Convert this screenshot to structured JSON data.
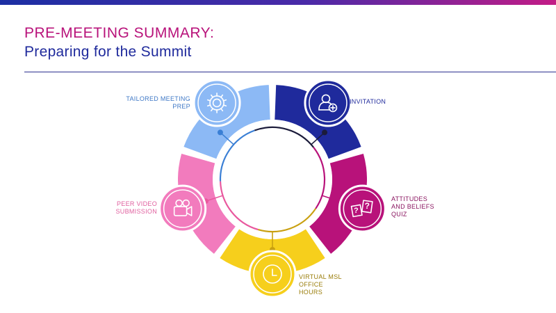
{
  "header": {
    "title_line1": "PRE-MEETING SUMMARY:",
    "title_line2": "Preparing for the Summit"
  },
  "diagram": {
    "center": "",
    "segments": [
      {
        "id": "invitation",
        "lines": [
          "INVITATION"
        ],
        "icon": "user-plus-icon",
        "color": "#1f2a9c",
        "label_color": "#1f2a9c"
      },
      {
        "id": "quiz",
        "lines": [
          "ATTITUDES",
          "AND BELIEFS",
          "QUIZ"
        ],
        "icon": "question-cards-icon",
        "color": "#b8127a",
        "label_color": "#8a1560"
      },
      {
        "id": "office-hours",
        "lines": [
          "VIRTUAL MSL",
          "OFFICE",
          "HOURS"
        ],
        "icon": "clock-icon",
        "color": "#f6cf1c",
        "label_color": "#9a7d0a"
      },
      {
        "id": "video",
        "lines": [
          "PEER VIDEO",
          "SUBMISSION"
        ],
        "icon": "video-camera-icon",
        "color": "#f27bbd",
        "label_color": "#e0609f"
      },
      {
        "id": "prep",
        "lines": [
          "TAILORED MEETING",
          "PREP"
        ],
        "icon": "gear-icon",
        "color": "#8cb9f5",
        "label_color": "#3f78c6"
      }
    ]
  },
  "colors": {
    "title_magenta": "#b8127a",
    "title_navy": "#1f2a9c",
    "ring_blue": "#3a7fd5",
    "ring_dark": "#1b1b3a",
    "ring_magenta": "#b8127a",
    "ring_yellow": "#c9a010",
    "ring_pink": "#e9589e"
  }
}
